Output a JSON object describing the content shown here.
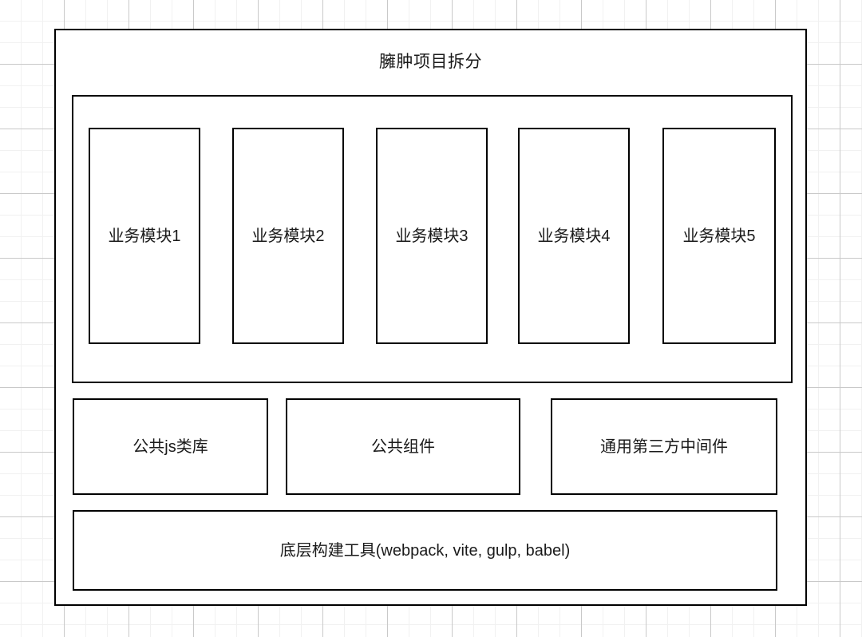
{
  "diagram": {
    "title": "臃肿项目拆分",
    "modules_panel": {
      "modules": [
        {
          "label": "业务模块1"
        },
        {
          "label": "业务模块2"
        },
        {
          "label": "业务模块3"
        },
        {
          "label": "业务模块4"
        },
        {
          "label": "业务模块5"
        }
      ]
    },
    "shared_layer": [
      {
        "label": "公共js类库"
      },
      {
        "label": "公共组件"
      },
      {
        "label": "通用第三方中间件"
      }
    ],
    "build_tools": {
      "label": "底层构建工具(webpack, vite, gulp, babel)"
    },
    "colors": {
      "stroke": "#000000",
      "text": "#1a1a1a",
      "background": "#ffffff",
      "grid_minor": "#f1f1f1",
      "grid_major": "#c9c9c9"
    }
  }
}
